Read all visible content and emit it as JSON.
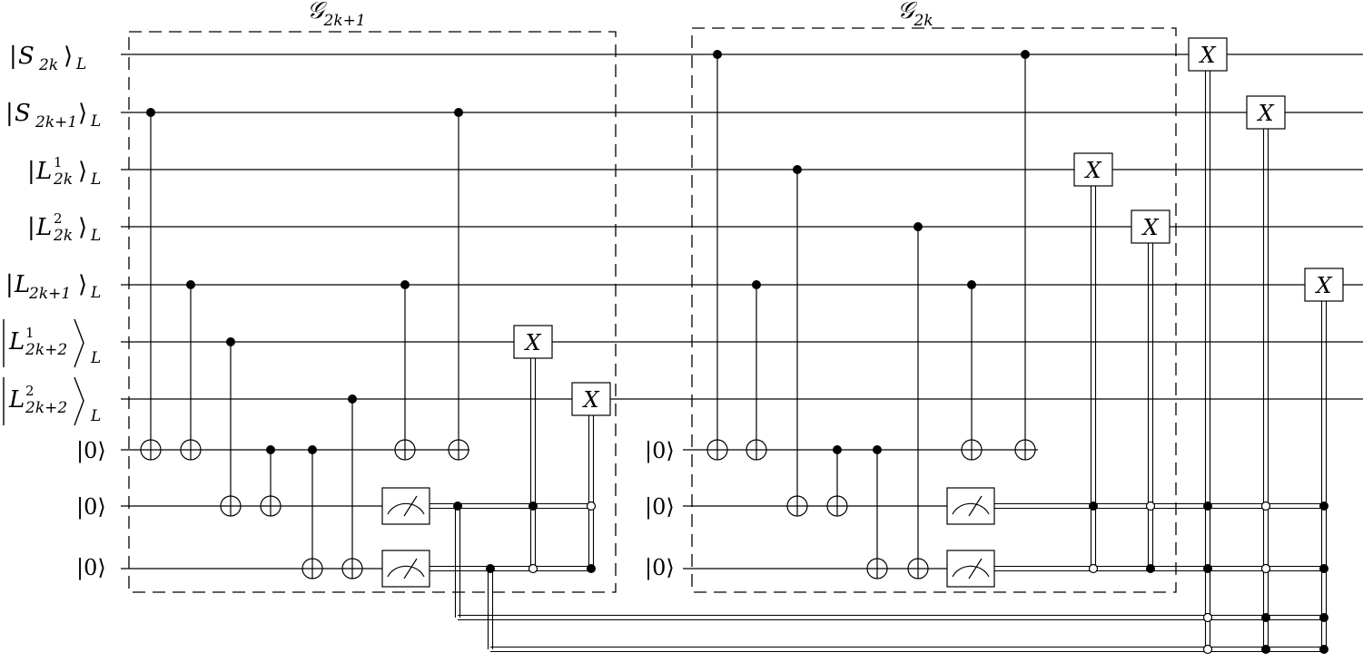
{
  "diagram": {
    "title_left": {
      "glyph": "𝒢",
      "sub": "2k+1"
    },
    "title_right": {
      "glyph": "𝒢",
      "sub": "2k"
    },
    "wires": [
      {
        "id": "S2k",
        "label": {
          "letter": "S",
          "sub": "2k",
          "sup": ""
        }
      },
      {
        "id": "S2k1",
        "label": {
          "letter": "S",
          "sub": "2k+1",
          "sup": ""
        }
      },
      {
        "id": "L2k_1",
        "label": {
          "letter": "L",
          "sub": "2k",
          "sup": "1"
        }
      },
      {
        "id": "L2k_2",
        "label": {
          "letter": "L",
          "sub": "2k",
          "sup": "2"
        }
      },
      {
        "id": "L2k1",
        "label": {
          "letter": "L",
          "sub": "2k+1",
          "sup": ""
        }
      },
      {
        "id": "L2k2_1",
        "label": {
          "letter": "L",
          "sub": "2k+2",
          "sup": "1"
        }
      },
      {
        "id": "L2k2_2",
        "label": {
          "letter": "L",
          "sub": "2k+2",
          "sup": "2"
        }
      }
    ],
    "logical_subscript": "L",
    "ancilla_label": "|0⟩",
    "x_gate_label": "X"
  }
}
